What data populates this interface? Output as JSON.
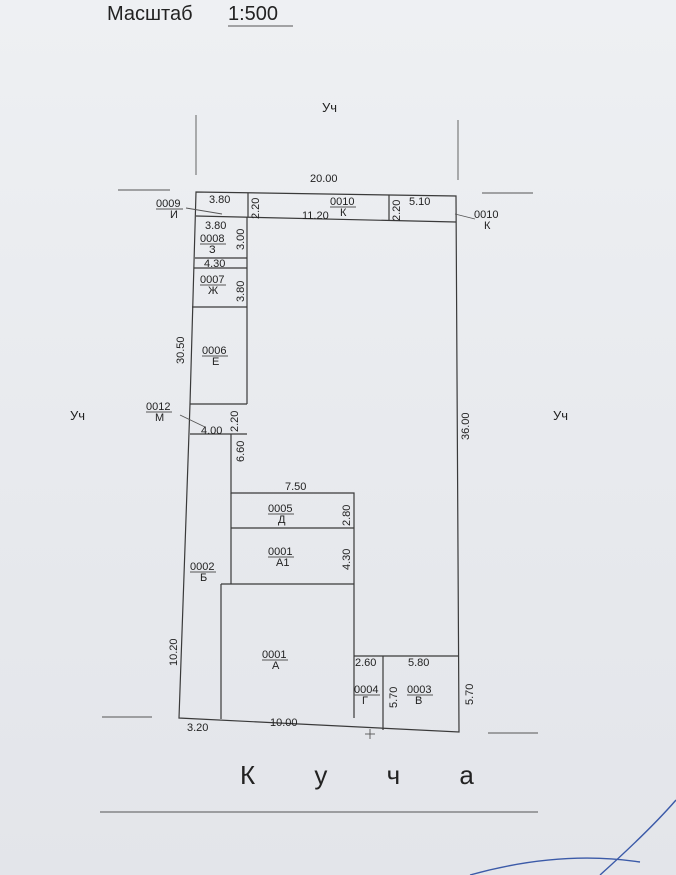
{
  "scale": {
    "label": "Масштаб",
    "value": "1:500"
  },
  "street": "К у ч а",
  "neighbors": {
    "north": "Уч",
    "west": "Уч",
    "east": "Уч"
  },
  "dimensions": {
    "top": "20.00",
    "left_upper": "30.50",
    "left_lower": "10.20",
    "right": "36.00",
    "bottom_left": "3.20",
    "bottom": "10.00",
    "right_lower": "5.70",
    "i_w": "3.80",
    "i_h": "2.20",
    "k_w": "11.20",
    "k_h": "2.20",
    "k_w2": "5.10",
    "z_w": "3.80",
    "z_h": "3.00",
    "zh_w": "4.30",
    "zh_h": "3.80",
    "m_w": "4.00",
    "m_h": "2.20",
    "gap_h": "6.60",
    "d_w": "7.50",
    "d_h": "2.80",
    "a1_h": "4.30",
    "g_w": "2.60",
    "v_w": "5.80",
    "g_h": "5.70"
  },
  "buildings": {
    "i": {
      "num": "0009",
      "letter": "И"
    },
    "k_top": {
      "num": "0010",
      "letter": "К"
    },
    "k_right": {
      "num": "0010",
      "letter": "К"
    },
    "z": {
      "num": "0008",
      "letter": "З"
    },
    "zh": {
      "num": "0007",
      "letter": "Ж"
    },
    "e": {
      "num": "0006",
      "letter": "Е"
    },
    "m": {
      "num": "0012",
      "letter": "М"
    },
    "d": {
      "num": "0005",
      "letter": "Д"
    },
    "a1": {
      "num": "0001",
      "letter": "А1"
    },
    "b": {
      "num": "0002",
      "letter": "Б"
    },
    "a": {
      "num": "0001",
      "letter": "А"
    },
    "g": {
      "num": "0004",
      "letter": "Г"
    },
    "v": {
      "num": "0003",
      "letter": "В"
    }
  }
}
